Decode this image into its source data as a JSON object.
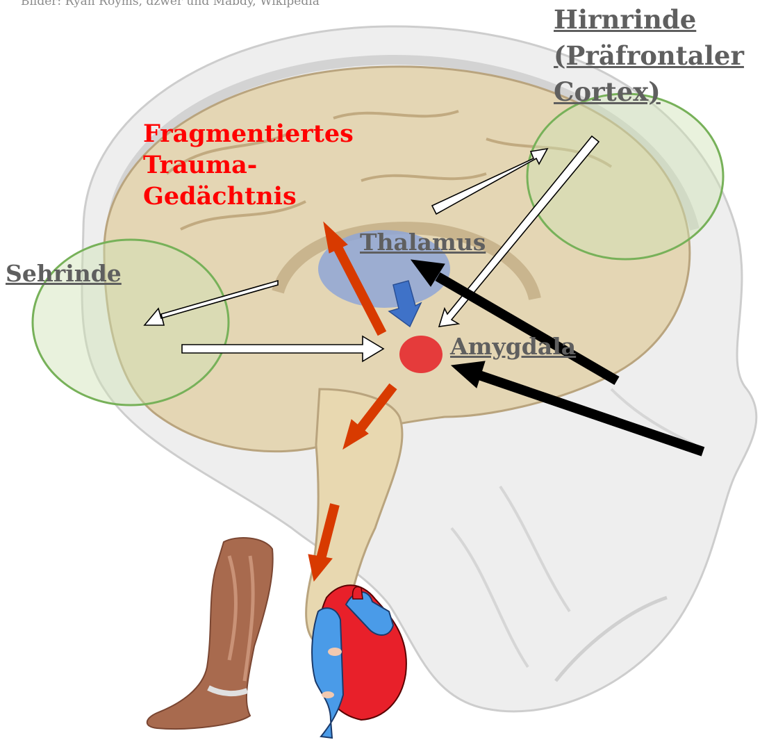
{
  "credit": "Bilder: Ryan Royms, dzwer und Mabdy, Wikipedia",
  "labels": {
    "cortex_lines": [
      "Hirnrinde",
      "(Präfrontaler",
      "Cortex)"
    ],
    "visual_cortex": "Sehrinde",
    "thalamus": "Thalamus",
    "amygdala": "Amygdala"
  },
  "trauma_memory_lines": [
    "Fragmentiertes",
    "Trauma-",
    "Gedächtnis"
  ],
  "colors": {
    "label_gray": "#5f5f5f",
    "trauma_red": "#ff0000",
    "stress_arrow": "#d83a00",
    "sensory_arrow": "#000000",
    "thalamus_fill": "#8fa6d6",
    "thalamus_to_amygdala_arrow": "#3f72c8",
    "amygdala_fill": "#e53b3b",
    "region_circle_stroke": "#77b159",
    "region_circle_fill": "#cfe3b4",
    "brain_fill": "#e4d6b4",
    "heart_red": "#e8202a",
    "heart_blue": "#4a9be8"
  },
  "icons": {
    "head": "skull-head-icon",
    "brain": "brain-icon",
    "leg": "leg-muscle-icon",
    "heart": "heart-icon"
  }
}
